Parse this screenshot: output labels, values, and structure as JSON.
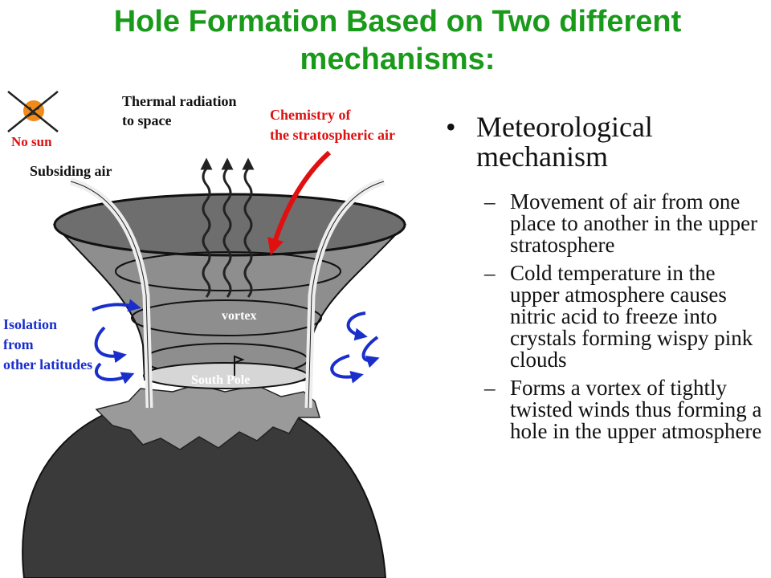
{
  "title": "Hole Formation Based on Two different mechanisms:",
  "diagram": {
    "no_sun": "No sun",
    "thermal_line1": "Thermal radiation",
    "thermal_line2": "to space",
    "chemistry_line1": "Chemistry of",
    "chemistry_line2": "the stratospheric air",
    "subsiding": "Subsiding air",
    "isolation_line1": "Isolation",
    "isolation_line2": "from",
    "isolation_line3": "other latitudes",
    "vortex": "vortex",
    "south_pole": "South Pole",
    "colors": {
      "red": "#e01010",
      "blue": "#1a2ecc",
      "dark": "#3a3a3a",
      "title_green": "#1a9a1a"
    }
  },
  "bullet": {
    "marker": "•",
    "text": "Meteorological mechanism"
  },
  "sub_items": [
    "Movement of air from one place to another in the upper stratosphere",
    "Cold temperature in the upper atmosphere causes nitric acid to freeze into crystals forming wispy pink clouds",
    "Forms a vortex of tightly twisted winds thus forming a hole in the upper atmosphere"
  ],
  "sub_marker": "–"
}
